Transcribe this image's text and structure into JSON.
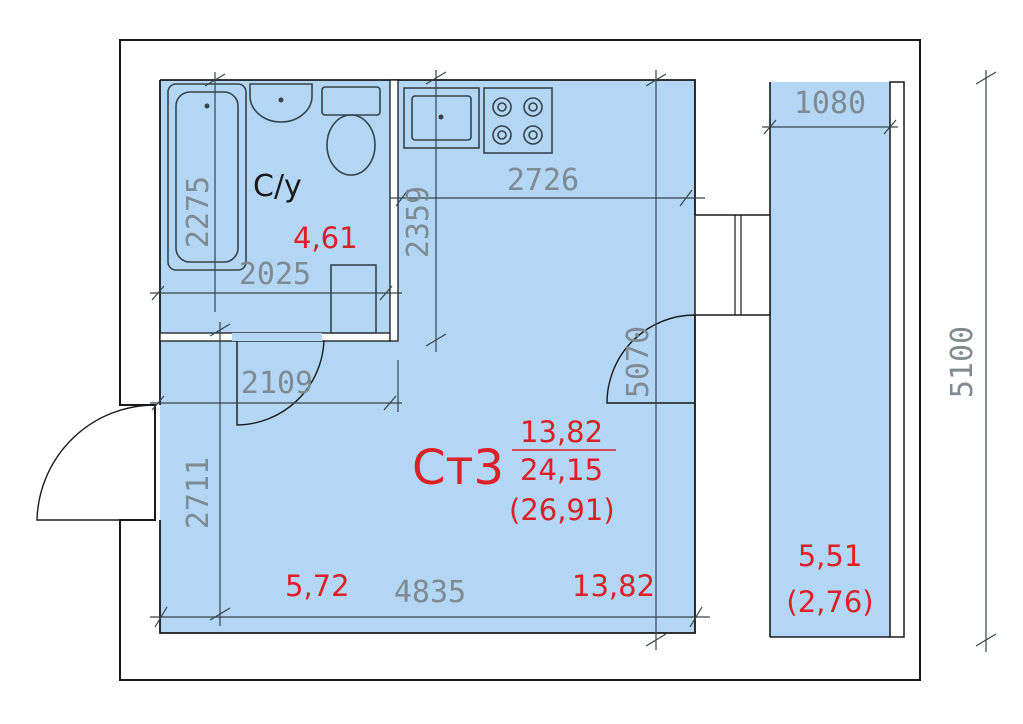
{
  "plan": {
    "unit_type": "Ст3",
    "unit_area_living": "13,82",
    "unit_area_total": "24,15",
    "unit_area_with_balcony": "(26,91)",
    "bathroom_label": "С/у",
    "bathroom_area": "4,61",
    "kitchen_area": "5,72",
    "room_area": "13,82",
    "balcony_area": "5,51",
    "balcony_area_reduced": "(2,76)"
  },
  "dimensions": {
    "total_length": "5100",
    "room_length": "5070",
    "room_width": "4835",
    "kitchen_width": "2726",
    "kitchen_depth": "2359",
    "bath_length": "2275",
    "bath_width": "2025",
    "hall_width": "2109",
    "hall_length": "2711",
    "balcony_width": "1080"
  },
  "colors": {
    "room_fill": "#b2d6f3",
    "area_text": "#dd1f26",
    "dimension_text": "#7f8a93"
  }
}
